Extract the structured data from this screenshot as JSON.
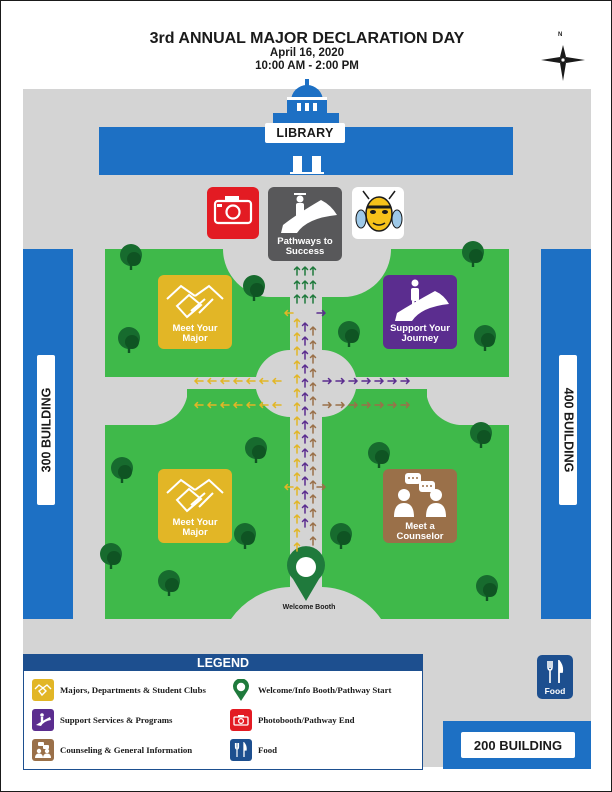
{
  "header": {
    "title": "3rd ANNUAL MAJOR DECLARATION DAY",
    "date": "April 16, 2020",
    "time": "10:00 AM - 2:00 PM"
  },
  "compass": {
    "north": "N"
  },
  "buildings": {
    "library": "LIBRARY",
    "left": "300 BUILDING",
    "right": "400 BUILDING",
    "bottom": "200 BUILDING"
  },
  "stations": {
    "pathways": "Pathways to Success",
    "meet_major_top": "Meet Your Major",
    "support": "Support Your Journey",
    "meet_major_bottom": "Meet Your Major",
    "counselor": "Meet a Counselor",
    "welcome": "Welcome Booth"
  },
  "legend": {
    "title": "LEGEND",
    "items": [
      {
        "icon": "handshake-icon",
        "label": "Majors, Departments & Student Clubs"
      },
      {
        "icon": "pathway-icon",
        "label": "Support Services & Programs"
      },
      {
        "icon": "people-icon",
        "label": "Counseling & General Information"
      },
      {
        "icon": "map-pin-icon",
        "label": "Welcome/Info Booth/Pathway Start"
      },
      {
        "icon": "camera-icon",
        "label": "Photobooth/Pathway End"
      },
      {
        "icon": "fork-knife-icon",
        "label": "Food"
      }
    ]
  },
  "food": {
    "label": "Food"
  },
  "colors": {
    "building_blue": "#1d70c4",
    "dark_blue": "#1d4f8f",
    "lawn_green": "#3fb94a",
    "tree_green": "#176b2e",
    "plaza_gray": "#d4d4d4",
    "major_yellow": "#e2b626",
    "support_purple": "#5b2d8f",
    "counselor_brown": "#9a7049",
    "photo_red": "#e31b23",
    "pathway_gray": "#58585a",
    "arrow_green": "#1f7a3c"
  }
}
